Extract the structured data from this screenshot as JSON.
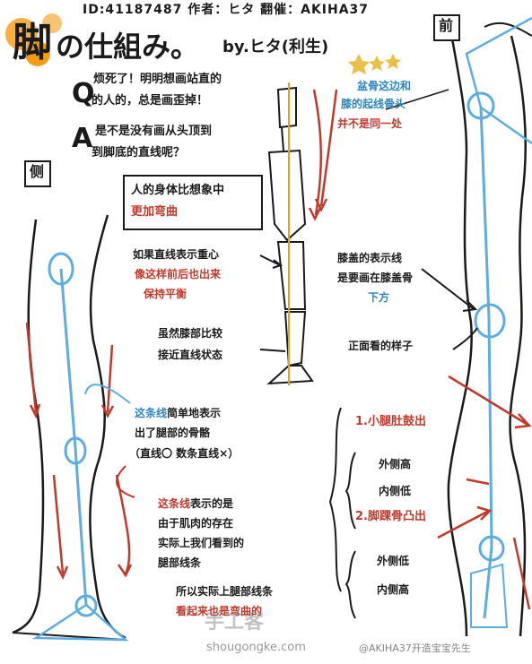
{
  "header": {
    "id_line": "ID:41187487 作者：ヒタ 翻催：AKIHA37",
    "title_kanji": "脚",
    "title_rest": "の仕組み。",
    "byline": "by.ヒタ(利生)"
  },
  "qa": {
    "q_mark": "Q",
    "q_line1": "烦死了！明明想画站直的",
    "q_line2": "的人的，总是画歪掉！",
    "a_mark": "A",
    "a_line1": "是不是没有画从头顶到",
    "a_line2": "到脚底的直线呢？"
  },
  "labels": {
    "side_left": "侧",
    "front": "前"
  },
  "notes": {
    "box_line1": "人的身体比想象中",
    "box_line2": "更加弯曲",
    "center_line1": "如果直线表示重心",
    "center_line2": "像这样前后也出来",
    "center_line3": "保持平衡",
    "knee_line1": "虽然膝部比较",
    "knee_line2": "接近直线状态",
    "hip_line1": "盆骨这边和",
    "hip_line2": "膝的起线骨头",
    "hip_line3": "并不是同一处",
    "kneecap_line1": "膝盖的表示线",
    "kneecap_line2": "是要画在膝盖骨",
    "kneecap_line3": "下方",
    "front_view": "正面看的样子",
    "bone_line1_a": "这条线",
    "bone_line1_b": "简单地表示",
    "bone_line2": "出了腿部的骨骼",
    "bone_line3": "（直线〇 数条直线×）",
    "muscle_line1_a": "这条线",
    "muscle_line1_b": "表示的是",
    "muscle_line2": "由于肌肉的存在",
    "muscle_line3": "实际上我们看到的",
    "muscle_line4": "腿部线条",
    "final_line1": "所以实际上腿部线条",
    "final_line2": "看起来也是弯曲的",
    "calf_title": "1.小腿肚鼓出",
    "calf_outer": "外侧高",
    "calf_inner": "内侧低",
    "ankle_title": "2.脚踝骨凸出",
    "ankle_outer": "外侧低",
    "ankle_inner": "内侧高"
  },
  "watermark": {
    "site_cn": "手工客",
    "site_url": "shougongke.com",
    "weibo": "@AKIHA37开造宝宝先生"
  },
  "colors": {
    "red": "#c0392b",
    "blue": "#2e86c1",
    "line_blue": "#5dade2",
    "ink": "#1a1a1a",
    "orange": "#f39c12",
    "gold": "#e8c04a"
  }
}
